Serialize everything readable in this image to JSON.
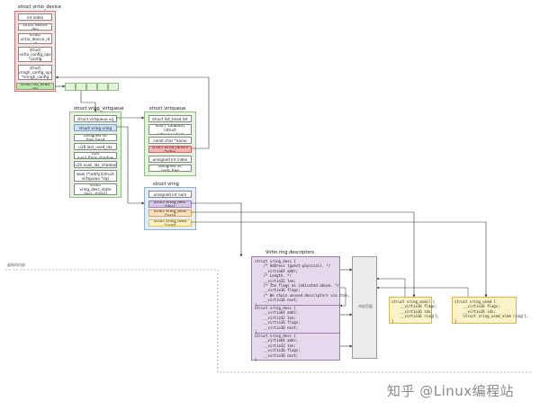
{
  "virtio_device": {
    "title": "struct virtio_device",
    "fields": [
      "int index",
      "struct device dev",
      "struct\nvirtio_device_id id",
      "struct\nvirtio_config_ops\n*config",
      "struct\nvringh_config_ops\n*vringh_config",
      "struct list_head vqs"
    ]
  },
  "vring_virtqueue": {
    "title": "struct vring_virtqueue",
    "fields": [
      "struct virtqueue vq",
      "struct vring vring",
      "unsigned int free_head",
      "u16 last_used_idx",
      "u16 avail_flags_shadow",
      "u16 avail_idx_shadow",
      "bool (*notify)(struct\nvirtqueue *vq)",
      "struct vring_desc_state\ndesc_state[]"
    ]
  },
  "virtqueue": {
    "title": "struct virtqueue",
    "fields": [
      "struct list_head list",
      "void (*callback)(struct\nvirtqueue *vq)",
      "const char *name",
      "struct virtio_device *vdev",
      "unsigned int index",
      "unsigned int num_free"
    ]
  },
  "vring": {
    "title": "struct vring",
    "fields": [
      "unsigned int num",
      "struct vring_desc *desc",
      "struct vring_avail *avail",
      "struct vring_used *used"
    ]
  },
  "descriptors": {
    "title": "Virtio ring descriptors",
    "entries": [
      "struct vring_desc {\n    /* Address (guest-physical). */\n    __virtio64 addr;\n    /* Length. */\n    __virtio32 len;\n    /* The flags as indicated above. */\n    __virtio16 flags;\n    /* We chain unused descriptors via this, too */\n    __virtio16 next;\n}",
      "struct vring_desc {\n    __virtio64 addr;\n    __virtio32 len;\n    __virtio16 flags;\n    __virtio16 next;\n}",
      "struct vring_desc {\n    __virtio64 addr;\n    __virtio32 len;\n    __virtio16 flags;\n    __virtio16 next;\n}"
    ]
  },
  "memory_box": {
    "label": "内存页面"
  },
  "region_label": "虚拟机内部",
  "vring_avail": {
    "code": "struct vring_avail {\n    __virtio16 flags;\n    __virtio16 idx;\n    __virtio16 ring[];\n}"
  },
  "vring_used": {
    "code": "struct vring_used {\n    __virtio16 flags;\n    __virtio16 idx;\n    struct vring_used_elem ring[];\n}"
  },
  "watermark": "知乎 @Linux编程站",
  "colors": {
    "red": "#fde4e4",
    "green": "#e6f3df",
    "blue": "#e6eef9",
    "purple": "#e6d9ee",
    "yellow": "#fdf3c8"
  }
}
